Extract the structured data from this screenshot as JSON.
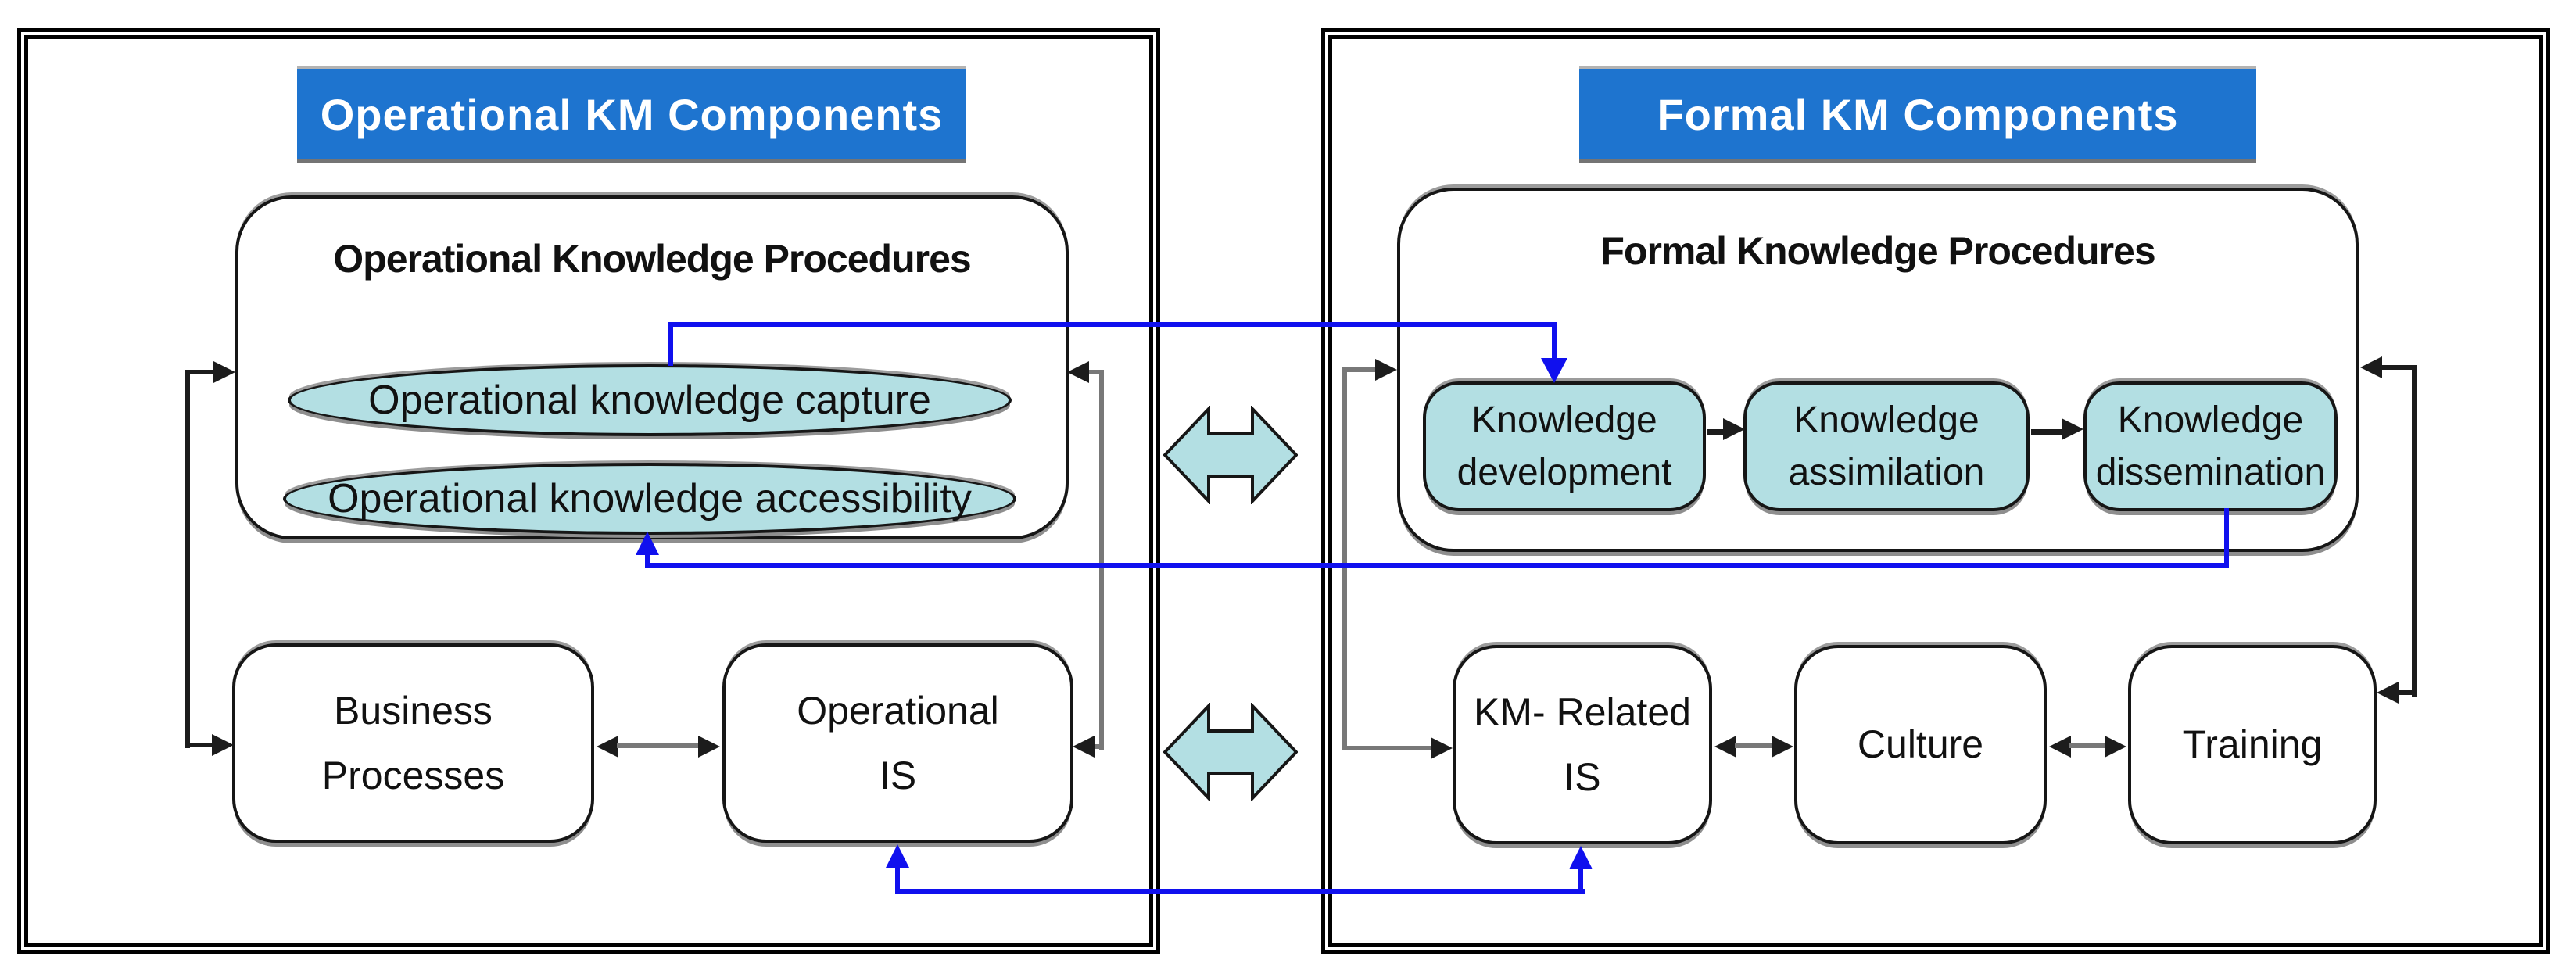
{
  "diagram": {
    "left_panel": {
      "header": "Operational KM Components",
      "procedures": {
        "title": "Operational Knowledge Procedures",
        "items": [
          "Operational knowledge capture",
          "Operational knowledge accessibility"
        ]
      },
      "boxes": {
        "business_processes": {
          "lines": [
            "Business",
            "Processes"
          ]
        },
        "operational_is": {
          "lines": [
            "Operational",
            "IS"
          ]
        }
      }
    },
    "right_panel": {
      "header": "Formal KM Components",
      "procedures": {
        "title": "Formal Knowledge Procedures",
        "steps": [
          {
            "lines": [
              "Knowledge",
              "development"
            ]
          },
          {
            "lines": [
              "Knowledge",
              "assimilation"
            ]
          },
          {
            "lines": [
              "Knowledge",
              "dissemination"
            ]
          }
        ]
      },
      "boxes": {
        "km_related_is": {
          "lines": [
            "KM- Related",
            "IS"
          ]
        },
        "culture": {
          "lines": [
            "Culture"
          ]
        },
        "training": {
          "lines": [
            "Training"
          ]
        }
      }
    },
    "colors": {
      "header_bg": "#1e74cf",
      "header_text": "#ffffff",
      "shape_cyan": "#b3dfe3",
      "connector_blue": "#1010ee",
      "line_dark": "#1c1c1c",
      "line_gray": "#787878",
      "border_black": "#161616"
    }
  }
}
